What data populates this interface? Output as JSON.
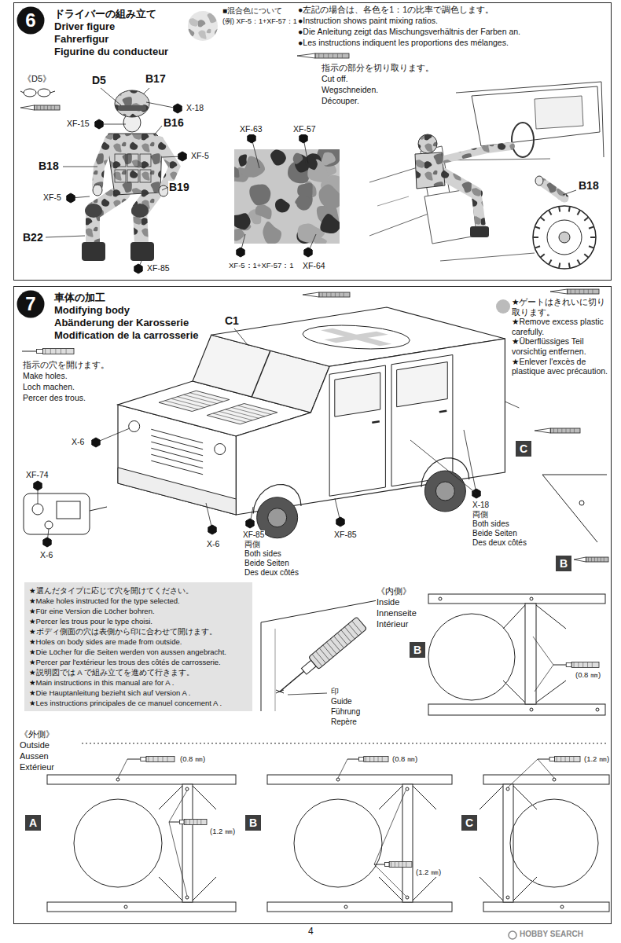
{
  "diagram": {
    "nodes": [
      {
        "text": [
          "ドライバーの組み立て",
          "Driver figure",
          "Fahrerfigur",
          "Figurine du conducteur"
        ]
      },
      {
        "text": [
          "6"
        ],
        "in": 0
      },
      {
        "text": [
          "車体の加工",
          "Modifying body",
          "Abänderung der Karosserie",
          "Modification de la carrosserie"
        ]
      },
      {
        "text": [
          "7"
        ],
        "in": 2
      },
      {
        "text": [
          "★選んだタイプに応じて穴を開けてください。",
          "★Make holes instructed for the type selected.",
          "★Für eine Version die Löcher bohren.",
          "★Percer les trous pour le type choisi.",
          "★ボディ側面の穴は表側から印に合わせて開けます。",
          "★Holes on body sides are made from outside.",
          "★Die Löcher für die Seiten werden von aussen angebracht.",
          "★Percer par l'extérieur les trous des côtés de carrosserie.",
          "★説明図では A で組み立てを進めて行きます。",
          "★Main instructions in this manual are for A .",
          "★Die Hauptanleitung bezieht sich auf Version A .",
          "★Les instructions principales de ce manuel concernent A ."
        ],
        "in": 2
      },
      {
        "text": [
          "C"
        ],
        "in": 2
      },
      {
        "text": [
          "B"
        ],
        "in": 2
      },
      {
        "text": [
          "B"
        ],
        "in": 2
      },
      {
        "text": [
          "A"
        ],
        "in": 2
      },
      {
        "text": [
          "B"
        ],
        "in": 2
      },
      {
        "text": [
          "C"
        ],
        "in": 2
      }
    ],
    "labels": [
      "■混合色について",
      "(例) XF-5：1+XF-57：1",
      "●左記の場合は、各色を1：1の比率で調色します。",
      "●Instruction shows paint mixing ratios.",
      "●Die Anleitung zeigt das Mischungsverhältnis der Farben an.",
      "●Les instructions indiquent les proportions des mélanges.",
      "指示の部分を切り取ります。",
      "Cut off.",
      "Wegschneiden.",
      "Découper.",
      "《D5》",
      "D5",
      "B17",
      "X-18",
      "XF-15",
      "B16",
      "XF-5",
      "B18",
      "XF-5",
      "B19",
      "B22",
      "XF-85",
      "XF-63",
      "XF-57",
      "XF-5：1+XF-57：1",
      "XF-64",
      "B18",
      "C1",
      "指示の穴を開けます。",
      "Make holes.",
      "Loch machen.",
      "Percer des trous.",
      "★ゲートはきれいに切り 取ります。",
      "★Remove excess plastic carefully.",
      "★Überflüssiges Teil vorsichtig entfernen.",
      "★Enlever l'excès de plastique avec précaution.",
      "XF-74",
      "X-6",
      "X-6",
      "X-6",
      "XF-85",
      "両側",
      "Both sides",
      "Beide Seiten",
      "Des deux côtés",
      "XF-85",
      "X-18",
      "両側",
      "Both sides",
      "Beide Seiten",
      "Des deux côtés",
      "印",
      "Guide",
      "Führung",
      "Repère",
      "《内側》",
      "Inside",
      "Innenseite",
      "Intérieur",
      "(0.8 ㎜)",
      "《外側》",
      "Outside",
      "Aussen",
      "Extérieur",
      "(0.8 ㎜)",
      "(1.2 ㎜)",
      "(0.8 ㎜)",
      "(1.2 ㎜)",
      "(1.2 ㎜)",
      "4",
      "HOBBY SEARCH"
    ]
  }
}
